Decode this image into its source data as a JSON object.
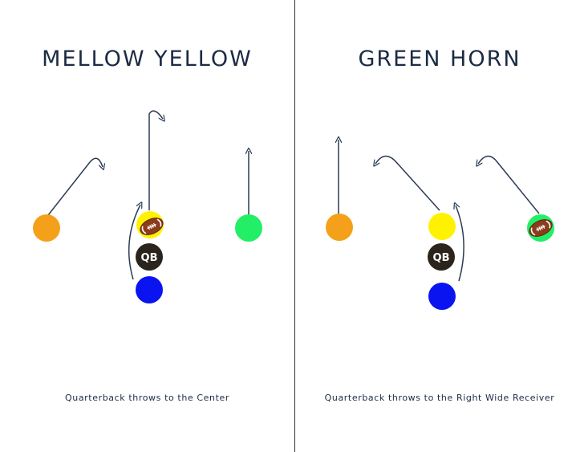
{
  "plays": [
    {
      "title": "MELLOW YELLOW",
      "caption": "Quarterback throws to the Center",
      "qb_label": "QB",
      "ball_holder": "center",
      "colors": {
        "left_receiver": "#f5a01a",
        "center": "#fff200",
        "right_receiver": "#22ee66",
        "quarterback": "#2a241c",
        "running_back": "#0a14f0"
      }
    },
    {
      "title": "GREEN HORN",
      "caption": "Quarterback throws to the Right Wide Receiver",
      "qb_label": "QB",
      "ball_holder": "right_receiver",
      "colors": {
        "left_receiver": "#f5a01a",
        "center": "#fff200",
        "right_receiver": "#22ee66",
        "quarterback": "#2a241c",
        "running_back": "#0a14f0"
      }
    }
  ]
}
